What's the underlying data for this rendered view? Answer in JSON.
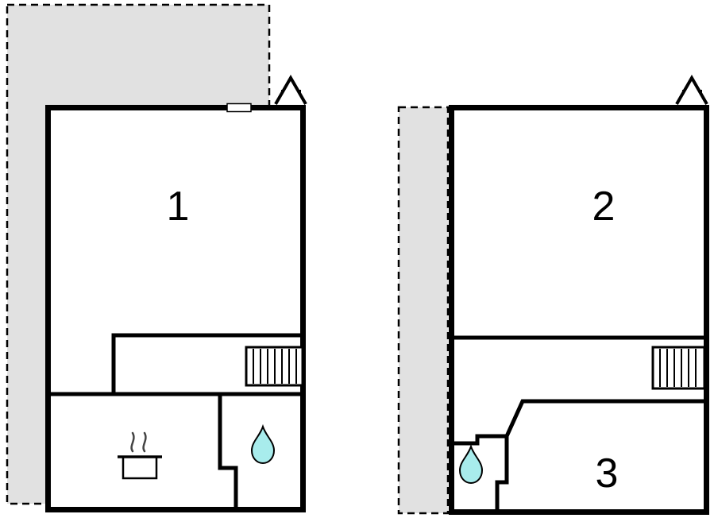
{
  "colors": {
    "background": "#ffffff",
    "wall": "#000000",
    "terrace_fill": "#e1e1e1",
    "stair_fill": "#ffffff",
    "water_drop_fill": "#a8ecec",
    "steam": "#444444"
  },
  "plans": [
    {
      "name": "left-unit",
      "rooms": [
        {
          "label": "1"
        }
      ],
      "icons": [
        "terrace-area",
        "chimney-icon",
        "window-opening",
        "stairs-icon",
        "stove-pot-icon",
        "water-drop-icon"
      ]
    },
    {
      "name": "right-unit",
      "rooms": [
        {
          "label": "2"
        },
        {
          "label": "3"
        }
      ],
      "icons": [
        "terrace-strip",
        "chimney-icon",
        "stairs-icon",
        "water-drop-icon"
      ]
    }
  ]
}
